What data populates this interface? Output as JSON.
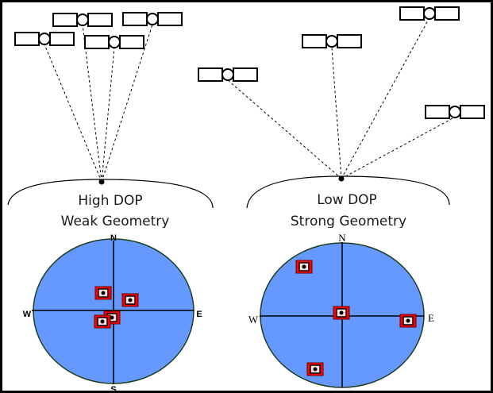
{
  "left_panel": {
    "line1": "High DOP",
    "line2": "Weak Geometry",
    "north": "N",
    "south": "S",
    "east": "E",
    "west": "W"
  },
  "right_panel": {
    "line1": "Low DOP",
    "line2": "Strong Geometry",
    "north": "N",
    "east": "E",
    "west": "W"
  },
  "icons": {
    "satellite": "satellite-icon",
    "sky_marker": "satellite-marker-icon"
  },
  "colors": {
    "sky_fill": "#6699ff",
    "marker_fill": "#ff0000",
    "marker_border": "#6b0000"
  }
}
